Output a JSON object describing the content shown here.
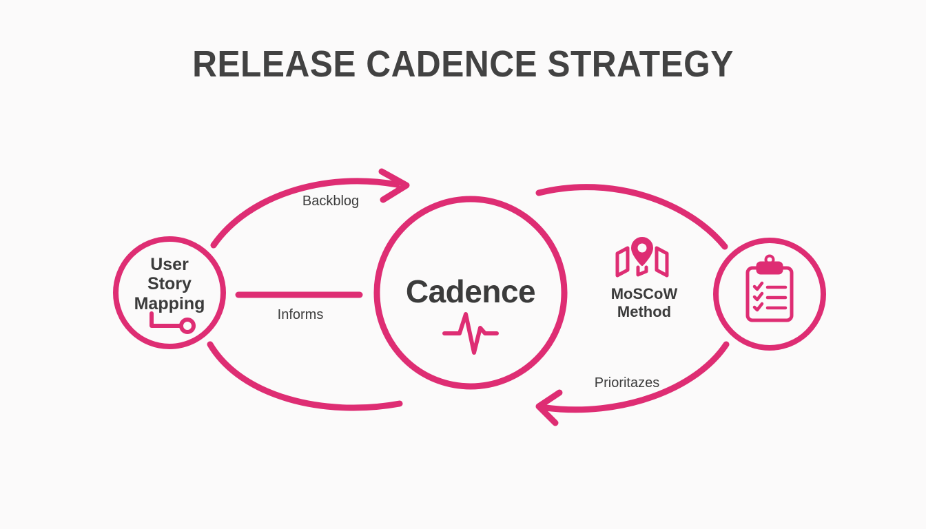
{
  "title": "RELEASE CADENCE STRATEGY",
  "colors": {
    "accent_pink": "#DE2D73",
    "text_dark": "#3B3B3B",
    "title_gray": "#424242",
    "background": "#FBFAFA"
  },
  "nodes": {
    "left": {
      "label": "User\nStory\nMapping",
      "line1": "User",
      "line2": "Story",
      "line3": "Mapping",
      "icon": "journey-path-icon"
    },
    "center": {
      "label": "Cadence",
      "icon": "pulse-heartbeat-icon"
    },
    "moscow": {
      "line1": "MoSCoW",
      "line2": "Method",
      "icon": "map-pin-icon"
    },
    "right": {
      "icon": "clipboard-checklist-icon"
    }
  },
  "edges": [
    {
      "id": "backblog",
      "label": "Backblog",
      "from": "left",
      "to": "center",
      "arrow": "end"
    },
    {
      "id": "informs",
      "label": "Informs",
      "from": "left",
      "to": "center",
      "arrow": "none"
    },
    {
      "id": "prioritazes",
      "label": "Prioritazes",
      "from": "right",
      "to": "center",
      "arrow": "end"
    }
  ]
}
